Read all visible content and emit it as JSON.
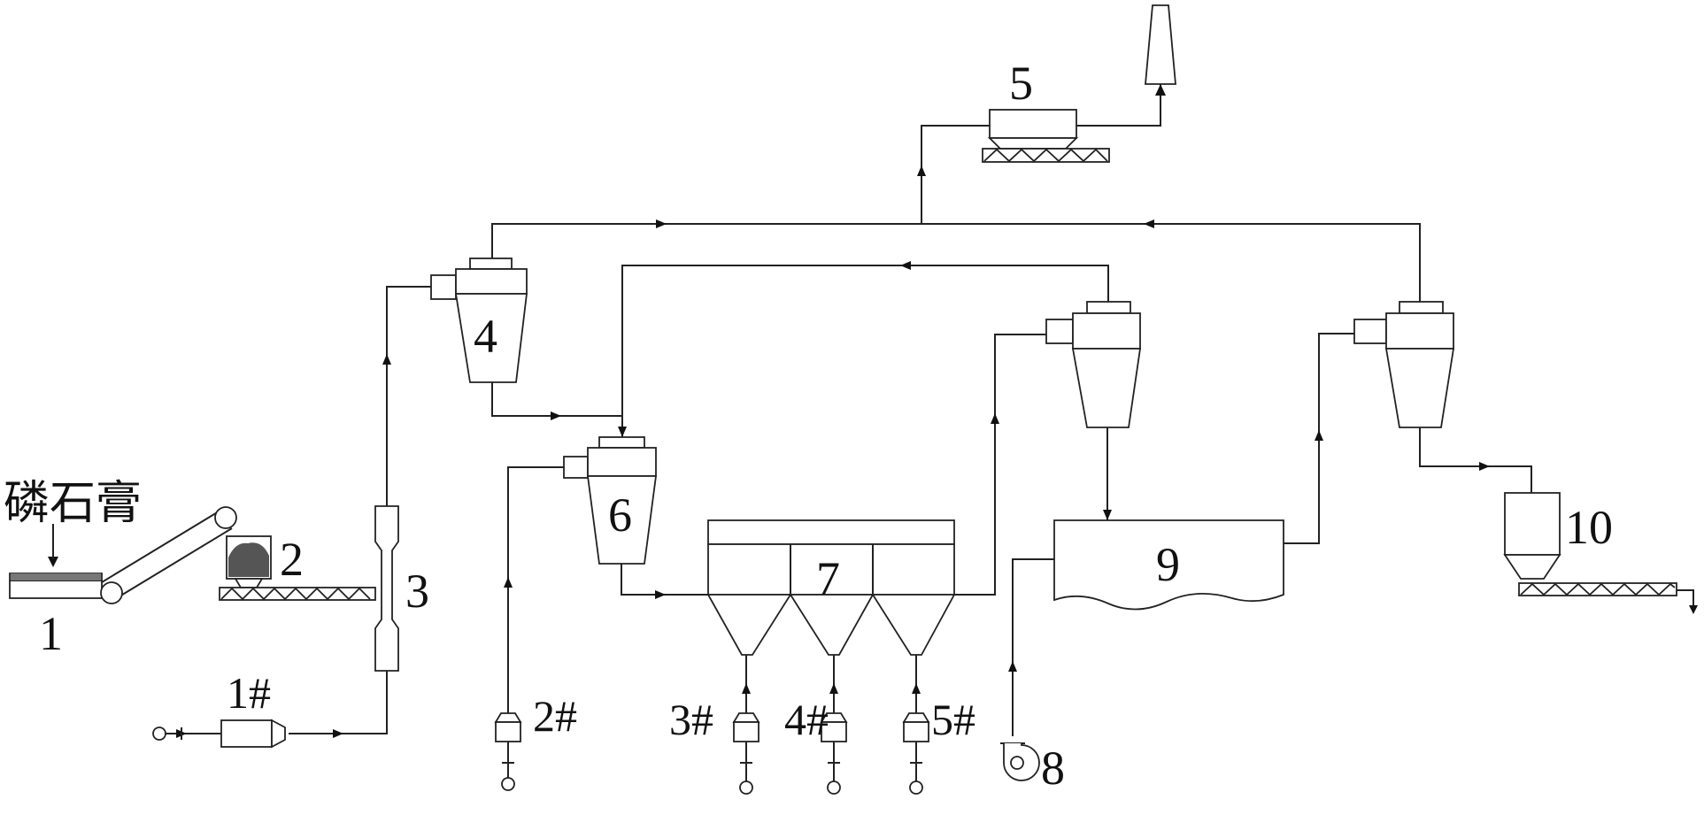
{
  "material_label": "磷石膏",
  "labels": {
    "u1": "1",
    "u2": "2",
    "u3": "3",
    "u4": "4",
    "u5": "5",
    "u6": "6",
    "u7": "7",
    "u8": "8",
    "u9": "9",
    "u10": "10"
  },
  "fan_labels": {
    "f1": "1#",
    "f2": "2#",
    "f3": "3#",
    "f4": "4#",
    "f5": "5#"
  }
}
